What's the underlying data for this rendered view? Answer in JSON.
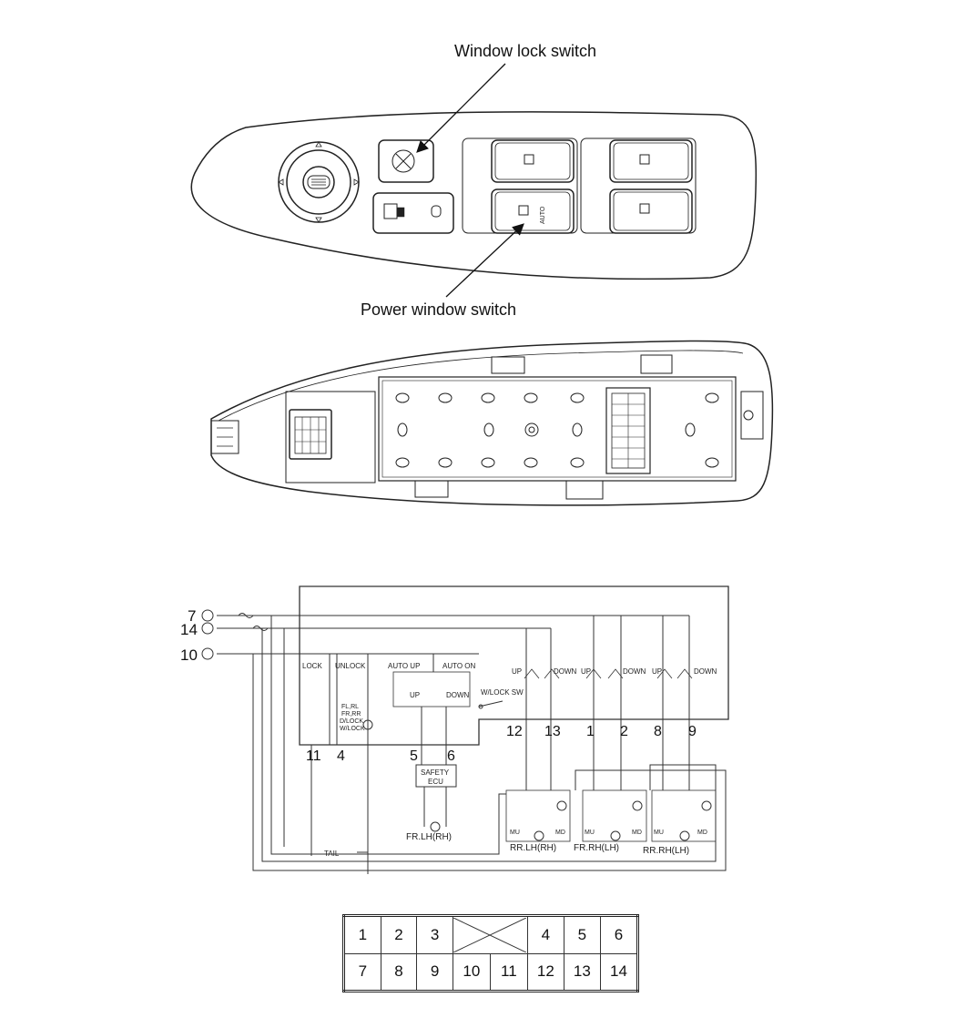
{
  "labels": {
    "window_lock_switch": "Window lock switch",
    "power_window_switch": "Power window switch"
  },
  "schematic": {
    "terminals_left": [
      "7",
      "14",
      "10"
    ],
    "bottom_pins": [
      "11",
      "4",
      "5",
      "6",
      "12",
      "13",
      "1",
      "2",
      "8",
      "9"
    ],
    "switch_labels": [
      "LOCK",
      "UNLOCK",
      "AUTO UP",
      "AUTO ON",
      "UP",
      "DOWN",
      "W/LOCK SW",
      "UP",
      "DOWN",
      "UP",
      "DOWN",
      "UP",
      "DOWN"
    ],
    "lamp_text": [
      "FL,RL",
      "FR,RR",
      "D/LOCK",
      "W/LOCK"
    ],
    "safety_box": [
      "SAFETY",
      "ECU"
    ],
    "motor_labels": [
      "FR.LH(RH)",
      "RR.LH(RH)",
      "FR.RH(LH)",
      "RR.RH(LH)"
    ],
    "mu_md": [
      "MU",
      "MD"
    ],
    "tail": "TAIL"
  },
  "connector_pins": {
    "row1": [
      "1",
      "2",
      "3",
      "",
      "4",
      "5",
      "6"
    ],
    "row2": [
      "7",
      "8",
      "9",
      "10",
      "11",
      "12",
      "13",
      "14"
    ]
  }
}
